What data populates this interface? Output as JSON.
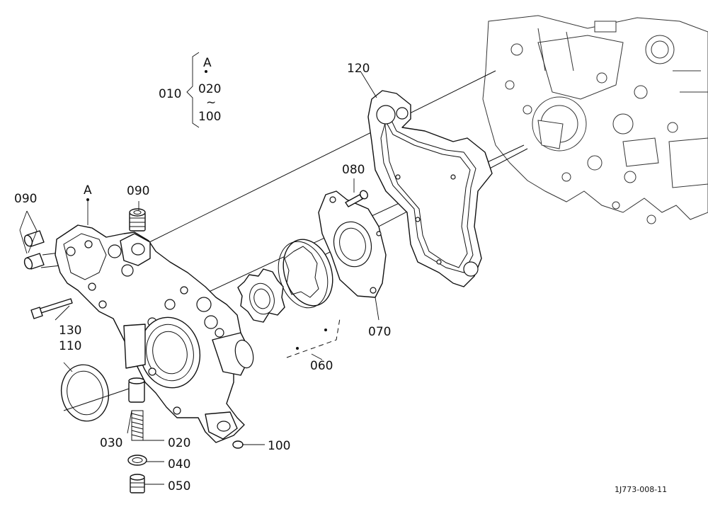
{
  "diagram": {
    "drawing_code": "1J773-008-11",
    "legend": {
      "group_label": "010",
      "item_a": "A",
      "range_start": "020",
      "range_tilde": "~",
      "range_end": "100"
    },
    "callouts": {
      "p090_left": "090",
      "p_a": "A",
      "p090_top": "090",
      "p080": "080",
      "p120": "120",
      "p130": "130",
      "p110": "110",
      "p030": "030",
      "p020": "020",
      "p040": "040",
      "p050": "050",
      "p100": "100",
      "p060": "060",
      "p070": "070"
    }
  }
}
